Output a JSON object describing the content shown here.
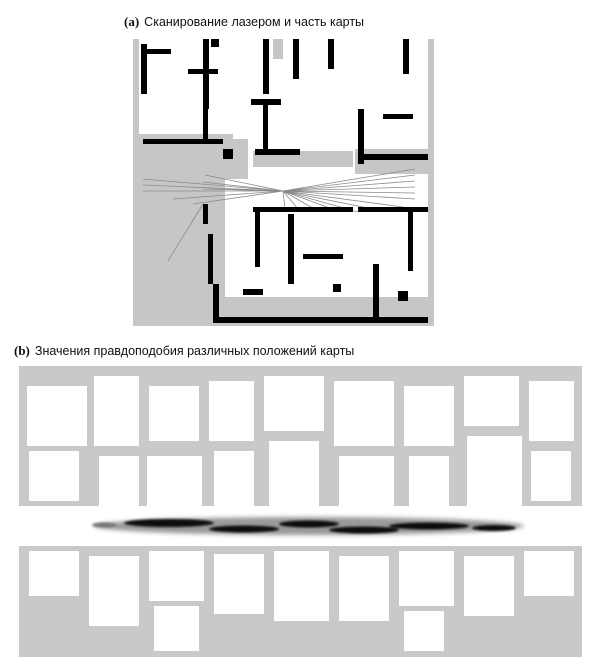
{
  "figure_a": {
    "label": "(a)",
    "caption": "Сканирование лазером и часть карты"
  },
  "figure_b": {
    "label": "(b)",
    "caption": "Значения правдоподобия различных положений карты"
  },
  "colors": {
    "occupied": "#000000",
    "unknown": "#c6c6c6",
    "free": "#ffffff",
    "laser_beam": "#8a8a8a",
    "likelihood_high": "#111111"
  }
}
